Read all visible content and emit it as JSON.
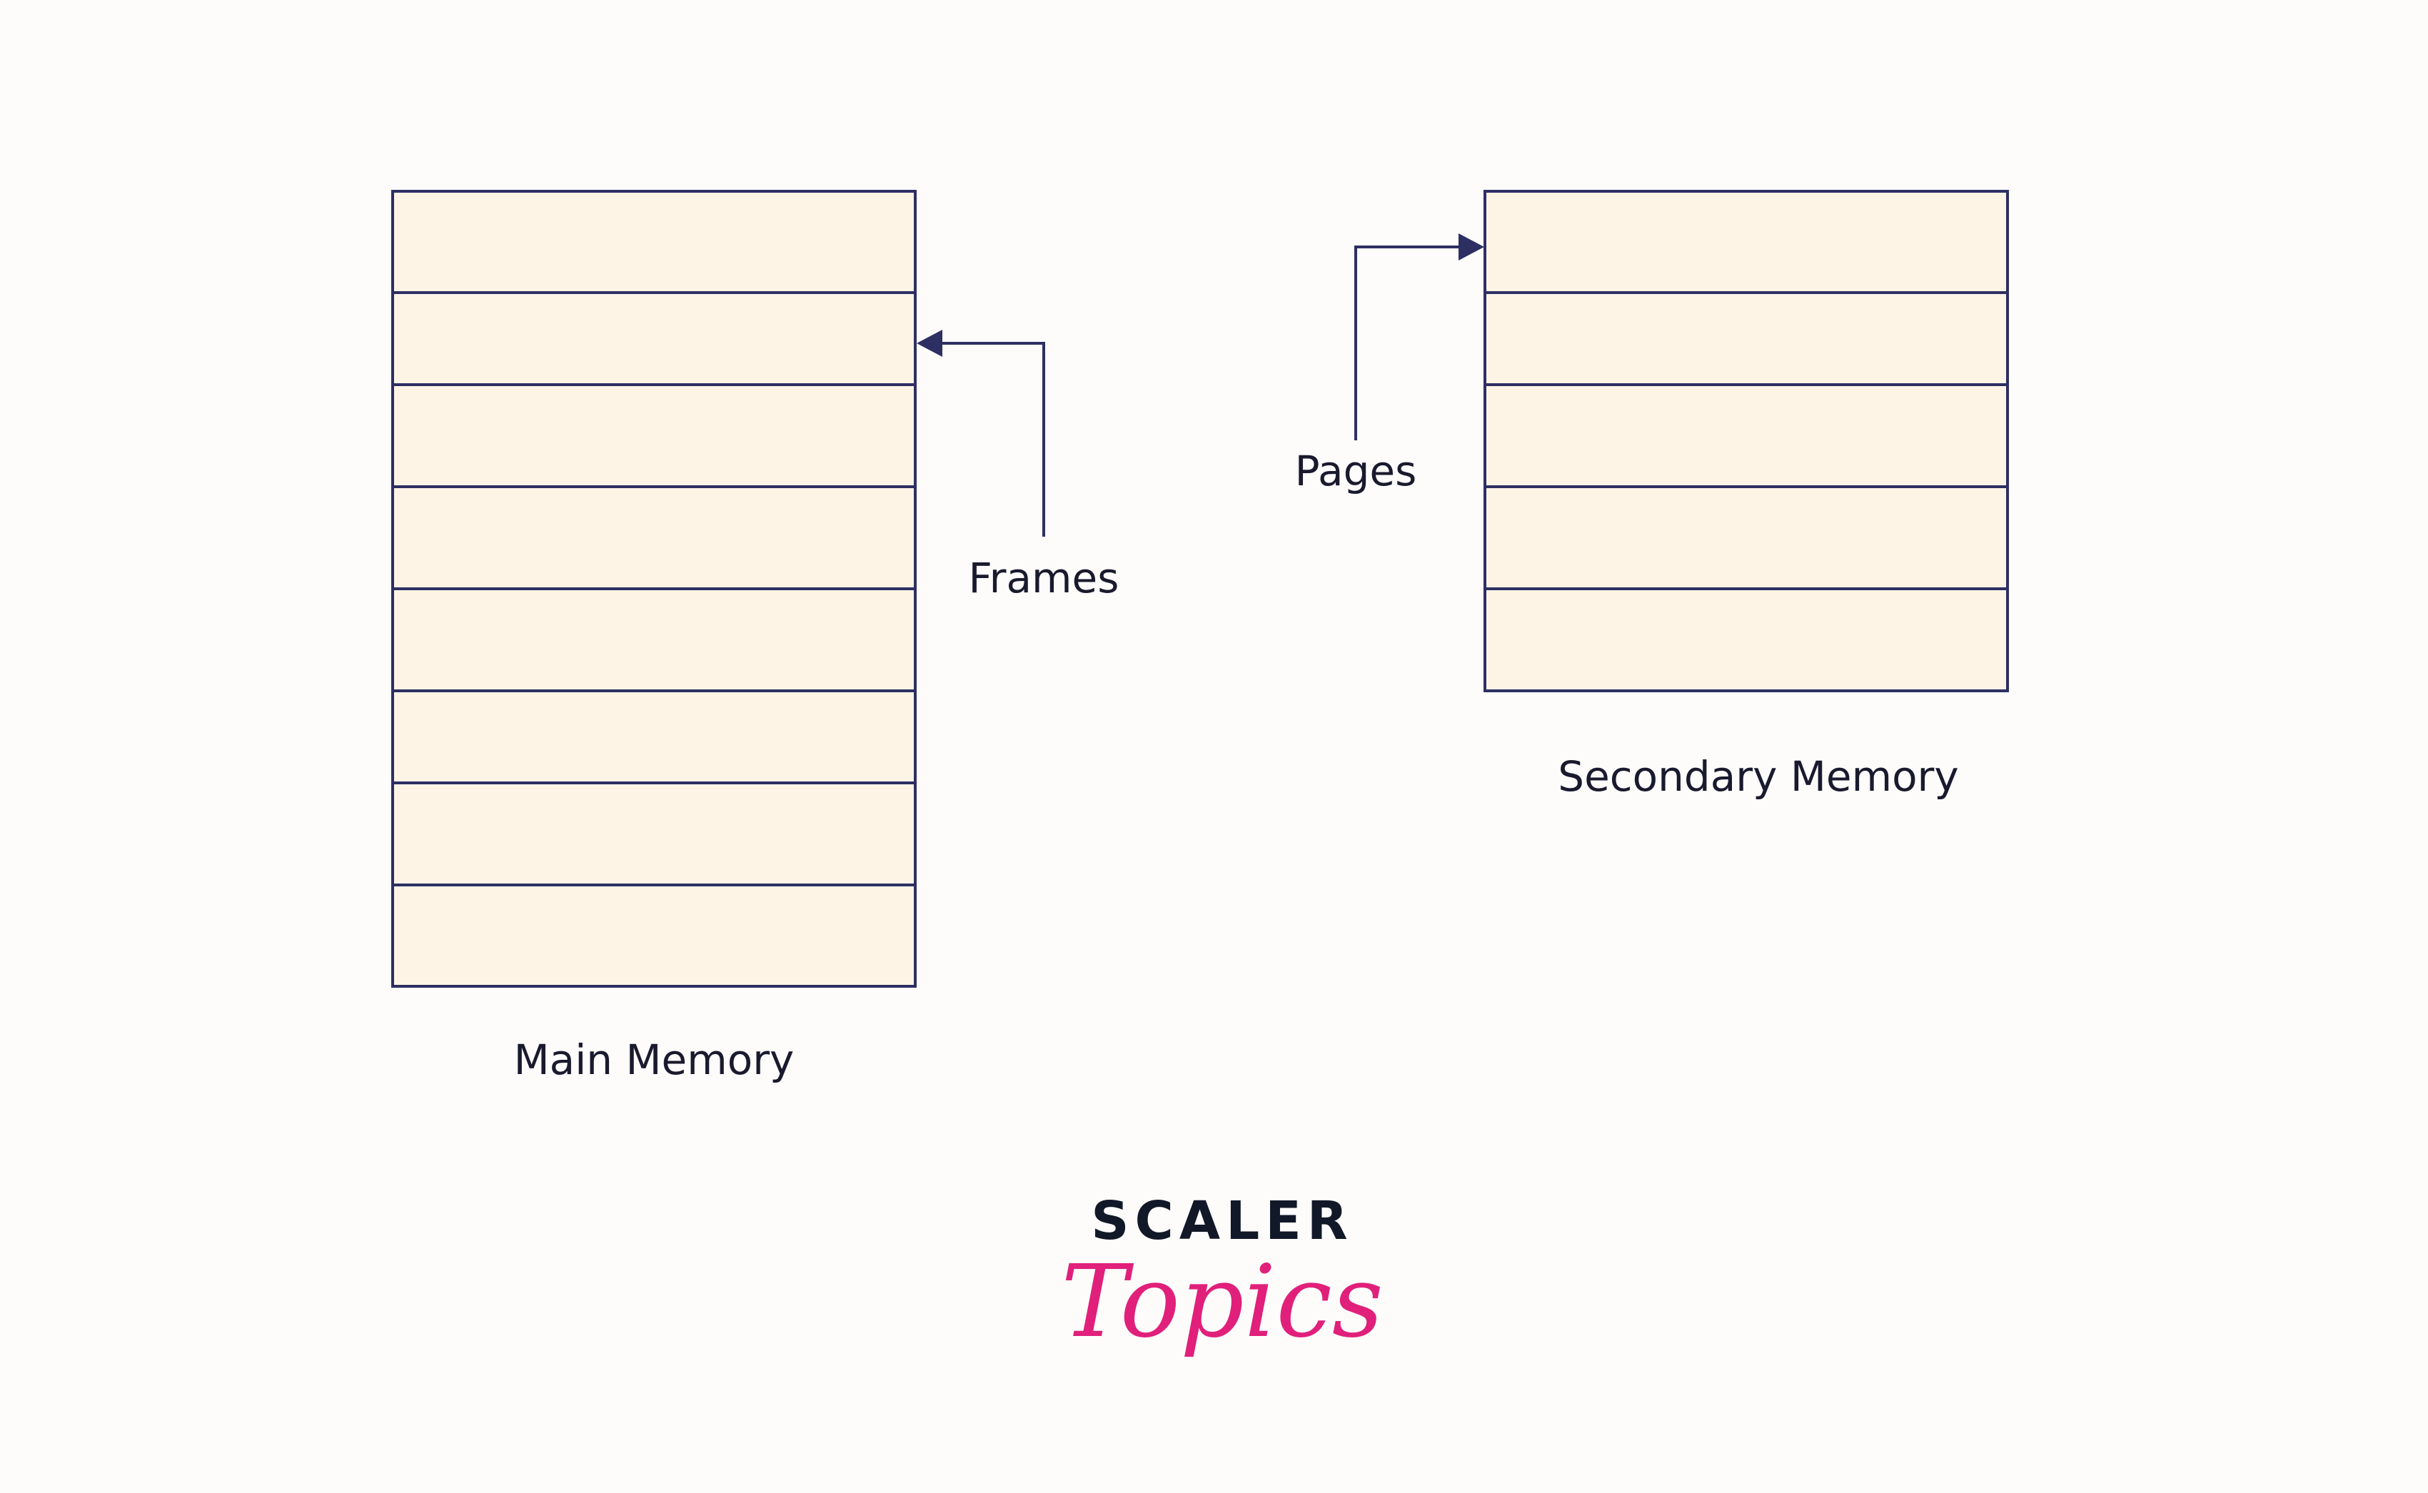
{
  "colors": {
    "stroke": "#2d2f63",
    "cell_fill": "#fef4e6",
    "label": "#1a1a2e",
    "logo_dark": "#111827",
    "logo_pink": "#e0207a"
  },
  "main_memory": {
    "label": "Main Memory",
    "cell_count": 8
  },
  "secondary_memory": {
    "label": "Secondary Memory",
    "cell_count": 5
  },
  "frames_label": "Frames",
  "pages_label": "Pages",
  "logo": {
    "top": "SCALER",
    "bottom": "Topics"
  }
}
